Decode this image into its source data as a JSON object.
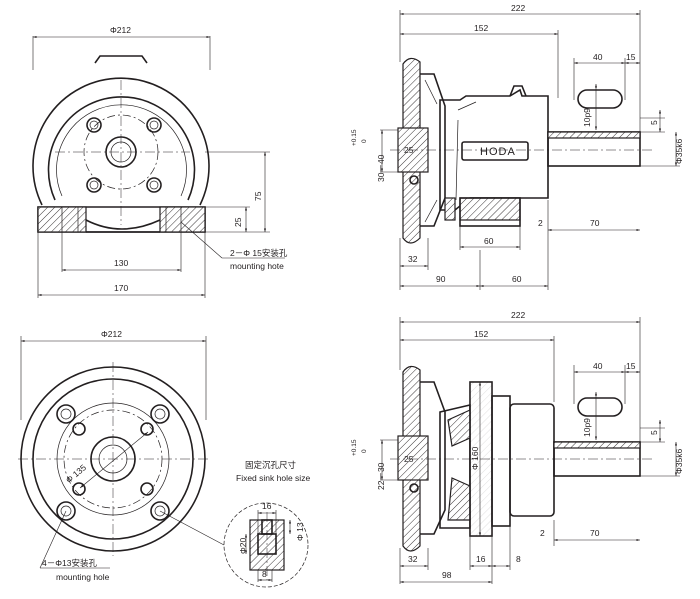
{
  "views": {
    "top_left": {
      "phi_212": "Φ212",
      "d75": "75",
      "d25": "25",
      "d130": "130",
      "d170": "170",
      "hole_note_1": "2－Φ 15安装孔",
      "hole_note_2": "mounting hote"
    },
    "top_right": {
      "d222": "222",
      "d152": "152",
      "d40": "40",
      "d15": "15",
      "d10p9": "10p9",
      "d5": "5",
      "d35k6": "Φ35k6",
      "tol": "+0.15",
      "tol0": "0",
      "d30_40": "30－40",
      "d25": "25",
      "brand": "HODA",
      "d2": "2",
      "d70": "70",
      "d60a": "60",
      "d32": "32",
      "d90": "90",
      "d60b": "60"
    },
    "bottom_left": {
      "phi_212": "Φ212",
      "phi_135": "Φ 135",
      "hole_note_1": "4－Φ13安装孔",
      "hole_note_2": "mounting hole",
      "sink_title": "固定沉孔尺寸",
      "sink_subtitle": "Fixed sink hole size",
      "d16": "16",
      "d13": "Φ 13",
      "d20": "Φ20",
      "d8": "8"
    },
    "bottom_right": {
      "d222": "222",
      "d152": "152",
      "d40": "40",
      "d15": "15",
      "d10p9": "10p9",
      "d5": "5",
      "d35k6": "Φ35k6",
      "tol": "+0.15",
      "tol0": "0",
      "d22_30": "22－30",
      "d25": "25",
      "d160": "Φ 160",
      "d2": "2",
      "d70": "70",
      "d32": "32",
      "d16": "16",
      "d8": "8",
      "d98": "98"
    }
  }
}
